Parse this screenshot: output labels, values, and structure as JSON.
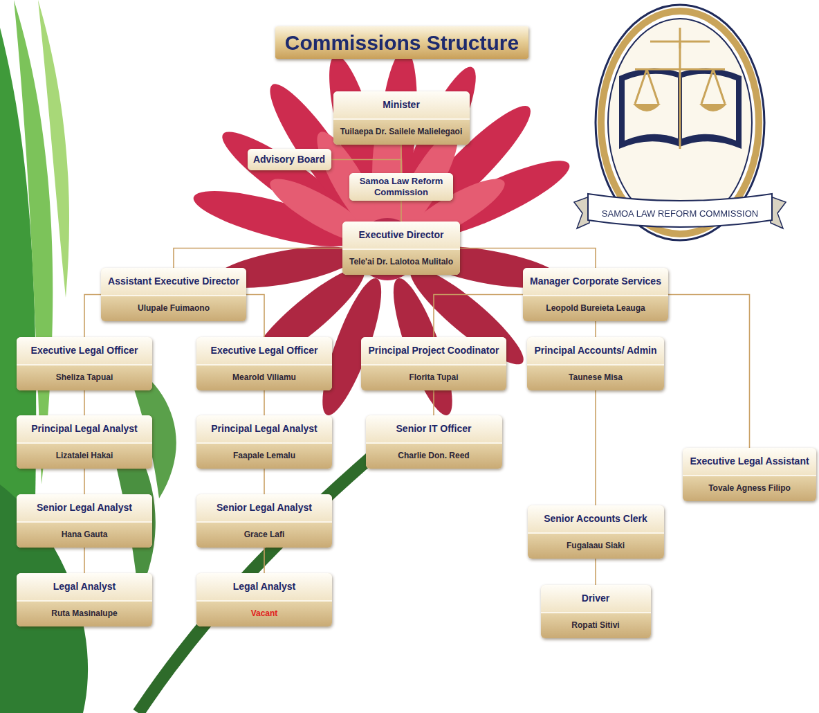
{
  "diagram": {
    "title": "Commissions Structure",
    "nodes": [
      {
        "text": [
          "Minister",
          "Tuilaepa Dr. Sailele Malielegaoi"
        ]
      },
      {
        "text": [
          "Advisory Board"
        ]
      },
      {
        "text": [
          "Samoa Law Reform Commission"
        ]
      },
      {
        "text": [
          "Executive Director",
          "Tele'ai Dr. Lalotoa Mulitalo"
        ]
      },
      {
        "text": [
          "Assistant Executive Director",
          "Ulupale Fuimaono"
        ]
      },
      {
        "text": [
          "Manager Corporate Services",
          "Leopold Bureieta Leauga"
        ]
      },
      {
        "text": [
          "Executive Legal Officer",
          "Sheliza Tapuai"
        ]
      },
      {
        "text": [
          "Executive Legal Officer",
          "Mearold Viliamu"
        ]
      },
      {
        "text": [
          "Principal Project Coodinator",
          "Florita Tupai"
        ]
      },
      {
        "text": [
          "Principal Accounts/ Admin",
          "Taunese Misa"
        ]
      },
      {
        "text": [
          "Principal Legal Analyst",
          "Lizatalei Hakai"
        ]
      },
      {
        "text": [
          "Principal Legal Analyst",
          "Faapale Lemalu"
        ]
      },
      {
        "text": [
          "Senior IT Officer",
          "Charlie Don. Reed"
        ]
      },
      {
        "text": [
          "Executive Legal Assistant",
          "Tovale Agness Filipo"
        ]
      },
      {
        "text": [
          "Senior Legal Analyst",
          "Hana Gauta"
        ]
      },
      {
        "text": [
          "Senior Legal Analyst",
          "Grace Lafi"
        ]
      },
      {
        "text": [
          "Legal Analyst",
          "Ruta Masinalupe"
        ]
      },
      {
        "text": [
          "Legal Analyst",
          "Vacant"
        ]
      },
      {
        "text": [
          "Senior Accounts Clerk",
          "Fugalaau Siaki"
        ]
      },
      {
        "text": [
          "Driver",
          "Ropati Sitivi"
        ]
      }
    ],
    "edges": [
      {
        "from": 0,
        "to": 2,
        "arrow": "none"
      },
      {
        "from": 1,
        "to": 2,
        "arrow": "none"
      },
      {
        "from": 2,
        "to": 3,
        "arrow": "none"
      },
      {
        "from": 3,
        "to": 4,
        "arrow": "none"
      },
      {
        "from": 3,
        "to": 5,
        "arrow": "none"
      },
      {
        "from": 4,
        "to": 6,
        "arrow": "none"
      },
      {
        "from": 4,
        "to": 7,
        "arrow": "none"
      },
      {
        "from": 6,
        "to": 10,
        "arrow": "none"
      },
      {
        "from": 10,
        "to": 14,
        "arrow": "none"
      },
      {
        "from": 14,
        "to": 16,
        "arrow": "none"
      },
      {
        "from": 7,
        "to": 11,
        "arrow": "none"
      },
      {
        "from": 11,
        "to": 15,
        "arrow": "none"
      },
      {
        "from": 15,
        "to": 17,
        "arrow": "none"
      },
      {
        "from": 5,
        "to": 8,
        "arrow": "none"
      },
      {
        "from": 8,
        "to": 12,
        "arrow": "none"
      },
      {
        "from": 5,
        "to": 9,
        "arrow": "none"
      },
      {
        "from": 9,
        "to": 18,
        "arrow": "none"
      },
      {
        "from": 18,
        "to": 19,
        "arrow": "none"
      },
      {
        "from": 5,
        "to": 13,
        "arrow": "none"
      }
    ],
    "labels": [
      "SAMOA LAW REFORM COMMISSION"
    ]
  }
}
